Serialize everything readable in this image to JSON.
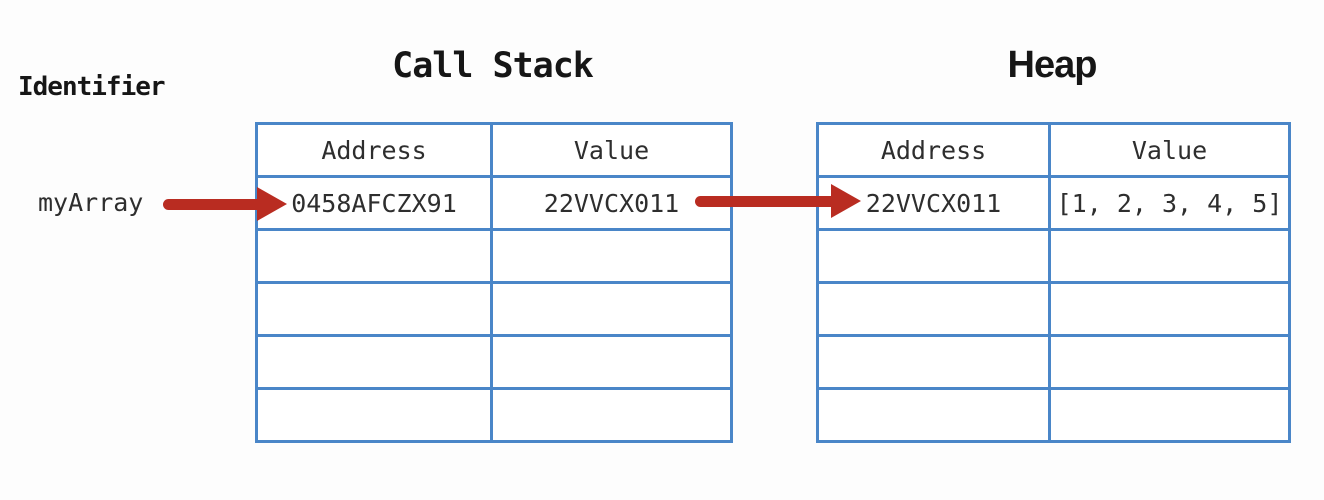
{
  "labels": {
    "identifier": "Identifier",
    "variable_name": "myArray"
  },
  "colors": {
    "border_blue": "#4a86c8",
    "arrow_red": "#b92c21",
    "text_dark": "#2e2e2e",
    "title_dark": "#161616",
    "bg": "#fdfdfd"
  },
  "call_stack": {
    "title": "Call Stack",
    "columns": [
      "Address",
      "Value"
    ],
    "rows": [
      {
        "address": "0458AFCZX91",
        "value": "22VVCX011"
      },
      {
        "address": "",
        "value": ""
      },
      {
        "address": "",
        "value": ""
      },
      {
        "address": "",
        "value": ""
      },
      {
        "address": "",
        "value": ""
      }
    ]
  },
  "heap": {
    "title": "Heap",
    "columns": [
      "Address",
      "Value"
    ],
    "rows": [
      {
        "address": "22VVCX011",
        "value": "[1, 2, 3, 4, 5]"
      },
      {
        "address": "",
        "value": ""
      },
      {
        "address": "",
        "value": ""
      },
      {
        "address": "",
        "value": ""
      },
      {
        "address": "",
        "value": ""
      }
    ]
  },
  "arrows": [
    {
      "name": "identifier-to-callstack",
      "from": "myArray",
      "to": "0458AFCZX91"
    },
    {
      "name": "callstack-to-heap",
      "from": "22VVCX011",
      "to": "22VVCX011"
    }
  ]
}
